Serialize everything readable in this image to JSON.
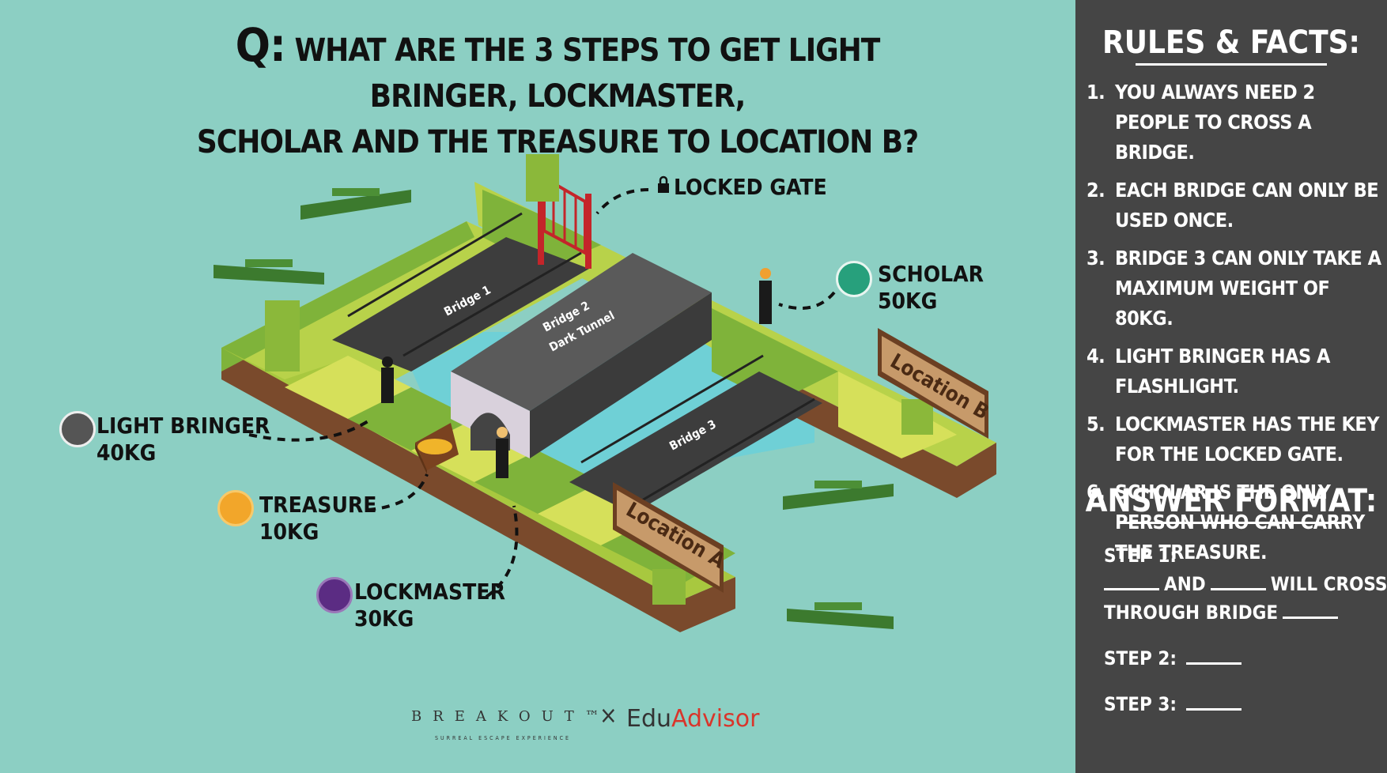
{
  "question": {
    "prefix": "Q:",
    "line1": "What are the 3 steps to get Light Bringer, Lockmaster,",
    "line2": "Scholar and the Treasure to Location B?"
  },
  "scene": {
    "bridge1": "Bridge 1",
    "bridge2_line1": "Bridge 2",
    "bridge2_line2": "Dark Tunnel",
    "bridge3": "Bridge 3",
    "location_a": "Location A",
    "location_b": "Location B",
    "locked_gate": "Locked Gate"
  },
  "characters": [
    {
      "name": "Light Bringer",
      "weight": "40KG",
      "icon": "flashlight-hand-icon",
      "color": "#555555"
    },
    {
      "name": "Treasure",
      "weight": "10KG",
      "icon": "coin-dollar-icon",
      "color": "#f2a62a"
    },
    {
      "name": "Lockmaster",
      "weight": "30KG",
      "icon": "keys-icon",
      "color": "#5b2c83"
    },
    {
      "name": "Scholar",
      "weight": "50KG",
      "icon": "book-glasses-icon",
      "color": "#27a07c"
    }
  ],
  "rules": {
    "title": "Rules & Facts:",
    "items": [
      {
        "num": "1.",
        "text": "You always need 2 people to cross a bridge."
      },
      {
        "num": "2.",
        "text": "Each bridge can only be used once."
      },
      {
        "num": "3.",
        "text": "Bridge 3 can only take a maximum weight of 80KG."
      },
      {
        "num": "4.",
        "text": "Light Bringer has a flashlight."
      },
      {
        "num": "5.",
        "text": "Lockmaster has the key for the locked gate."
      },
      {
        "num": "6.",
        "text": "Scholar is the only person who can carry the treasure."
      }
    ]
  },
  "answer_format": {
    "title": "Answer Format:",
    "step1_label": "Step 1:",
    "and": "and",
    "will_cross": "will cross",
    "through_bridge": "through bridge",
    "step2_label": "Step 2:",
    "step3_label": "Step 3:"
  },
  "logos": {
    "brand_a": "BREAKOUT™",
    "brand_a_sub": "SURREAL ESCAPE EXPERIENCE",
    "times": "×",
    "brand_b_part1": "Edu",
    "brand_b_part2": "Advisor"
  },
  "colors": {
    "background": "#8ccfc3",
    "panel": "#454545",
    "grass_light": "#b8d24a",
    "grass_dark": "#7fb33a",
    "dirt": "#7a4a2c",
    "water": "#6fd0d6",
    "road": "#3d3d3d",
    "gate": "#c4252a"
  }
}
